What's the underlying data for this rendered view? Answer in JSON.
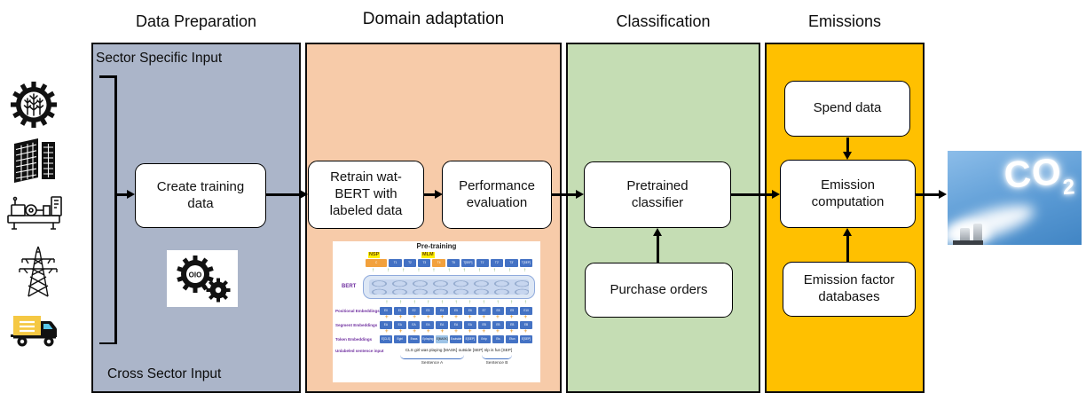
{
  "stages": {
    "data_preparation": {
      "title": "Data Preparation",
      "sector_specific_label": "Sector Specific Input",
      "cross_sector_label": "Cross Sector Input",
      "create_training_box": "Create training data"
    },
    "domain_adaptation": {
      "title": "Domain adaptation",
      "retrain_box": "Retrain wat-BERT with labeled data",
      "performance_box": "Performance evaluation"
    },
    "classification": {
      "title": "Classification",
      "classifier_box": "Pretrained classifier",
      "purchase_orders_box": "Purchase orders"
    },
    "emissions": {
      "title": "Emissions",
      "spend_data_box": "Spend data",
      "computation_box": "Emission computation",
      "factor_db_box": "Emission factor databases"
    }
  },
  "sector_icons": [
    {
      "name": "agriculture-gear-wheat-icon"
    },
    {
      "name": "data-center-buildings-icon"
    },
    {
      "name": "industrial-machine-icon"
    },
    {
      "name": "transmission-tower-icon"
    },
    {
      "name": "delivery-truck-icon"
    }
  ],
  "process_icon": {
    "name": "gears-icon",
    "glyph_text": "OIO"
  },
  "bert_figure": {
    "title": "Pre-training",
    "nsp_label": "NSP",
    "mlm_label": "MLM",
    "bert_label": "BERT",
    "row_labels": {
      "positional": "Positional Embeddings",
      "segment": "Segment Embeddings",
      "token": "Token Embeddings",
      "input": "Unlabeled sentence input"
    },
    "output_tokens": [
      "C",
      "T1",
      "T2",
      "T3",
      "T4",
      "T5",
      "T[SEP]",
      "T1'",
      "T2'",
      "T3'",
      "T[SEP]"
    ],
    "positional_tokens": [
      "E0",
      "E1",
      "E2",
      "E3",
      "E4",
      "E5",
      "E6",
      "E7",
      "E8",
      "E9",
      "E10"
    ],
    "segment_tokens": [
      "EA",
      "EA",
      "EA",
      "EA",
      "EA",
      "EA",
      "EA",
      "EB",
      "EB",
      "EB",
      "EB"
    ],
    "token_embeddings": [
      "E[CLS]",
      "Egirl",
      "Ewas",
      "Eplaying",
      "E[MASK]",
      "Eoutside",
      "E[SEP]",
      "Enlp",
      "Eis",
      "Efun",
      "E[SEP]"
    ],
    "up_arrows": [
      "↑",
      "↑",
      "↑",
      "↑",
      "↑",
      "↑",
      "↑",
      "↑",
      "↑",
      "↑",
      "↑"
    ],
    "plus_signs": [
      "+",
      "+",
      "+",
      "+",
      "+",
      "+",
      "+",
      "+",
      "+",
      "+",
      "+"
    ],
    "sentence_input": "CLS girl was playing [MASK] outside [SEP] nlp is fun [SEP]",
    "sentence_a": "Sentence A",
    "sentence_b": "Sentence B"
  },
  "co2_image": {
    "label": "CO",
    "subscript": "2"
  },
  "colors": {
    "data_prep_panel": "#abb5c9",
    "domain_panel": "#f7cba9",
    "classification_panel": "#c5ddb4",
    "emissions_panel": "#ffc000",
    "token_blue": "#4472c4",
    "masked_token_orange": "#f2a13c",
    "arrow_green": "#5e9e42",
    "label_purple": "#7030a0",
    "highlight_yellow": "#ffef00",
    "truck_yellow": "#f5c843",
    "sky_blue": "#5b9bd5"
  }
}
